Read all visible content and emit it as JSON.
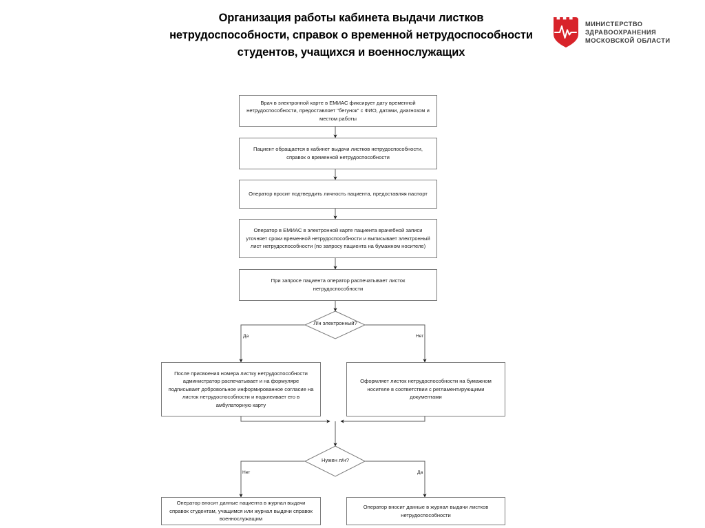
{
  "header": {
    "title_lines": [
      "Организация работы кабинета выдачи листков",
      "нетрудоспособности, справок о временной нетрудоспособности",
      "студентов, учащихся и военнослужащих"
    ],
    "logo": {
      "icon": "ministry-shield-heartbeat-logo",
      "shield_color": "#d8232a",
      "pulse_color": "#ffffff",
      "text_lines": [
        "МИНИСТЕРСТВО",
        "ЗДРАВООХРАНЕНИЯ",
        "МОСКОВСКОЙ ОБЛАСТИ"
      ]
    }
  },
  "diagram": {
    "type": "flowchart",
    "orientation": "top-to-bottom",
    "node_fill": "#ffffff",
    "node_border": "#7a7a7a",
    "connector_color": "#595959",
    "nodes": [
      {
        "id": "n1",
        "shape": "process",
        "text": "Врач в электронной карте в ЕМИАС фиксирует дату временной нетрудоспособности, предоставляет \"бегунок\" с ФИО, датами, диагнозом и местом работы"
      },
      {
        "id": "n2",
        "shape": "process",
        "text": "Пациент обращается в кабинет выдачи листков нетрудоспособности, справок о временной нетрудоспособности"
      },
      {
        "id": "n3",
        "shape": "process",
        "text": "Оператор просит подтвердить личность пациента, предоставляя паспорт"
      },
      {
        "id": "n4",
        "shape": "process",
        "text": "Оператор в ЕМИАС в электронной карте пациента врачебной записи уточняет сроки временной нетрудоспособности и выписывает электронный лист нетрудоспособности (по запросу пациента на бумажном носителе)"
      },
      {
        "id": "n5",
        "shape": "process",
        "text": "При запросе пациента оператор распечатывает листок нетрудоспособности"
      },
      {
        "id": "d1",
        "shape": "decision",
        "text": "Л/н электронный?",
        "branch_left": "Да",
        "branch_right": "Нет"
      },
      {
        "id": "n6",
        "shape": "process",
        "text": "После присвоения номера листку нетрудоспособности администратор распечатывает и на формуляре подписывает добровольное информированное согласие на листок нетрудоспособности и подклеивает его в амбулаторную карту"
      },
      {
        "id": "n7",
        "shape": "process",
        "text": "Оформляет листок нетрудоспособности на бумажном носителе в соответствии с регламентирующими документами"
      },
      {
        "id": "d2",
        "shape": "decision",
        "text": "Нужен л/н?",
        "branch_left": "Нет",
        "branch_right": "Да"
      },
      {
        "id": "n8",
        "shape": "process",
        "text": "Оператор вносит данные пациента в журнал выдачи справок студентам, учащимся или журнал выдачи справок военнослужащим"
      },
      {
        "id": "n9",
        "shape": "process",
        "text": "Оператор вносит данные в журнал выдачи листков нетрудоспособности"
      }
    ]
  }
}
